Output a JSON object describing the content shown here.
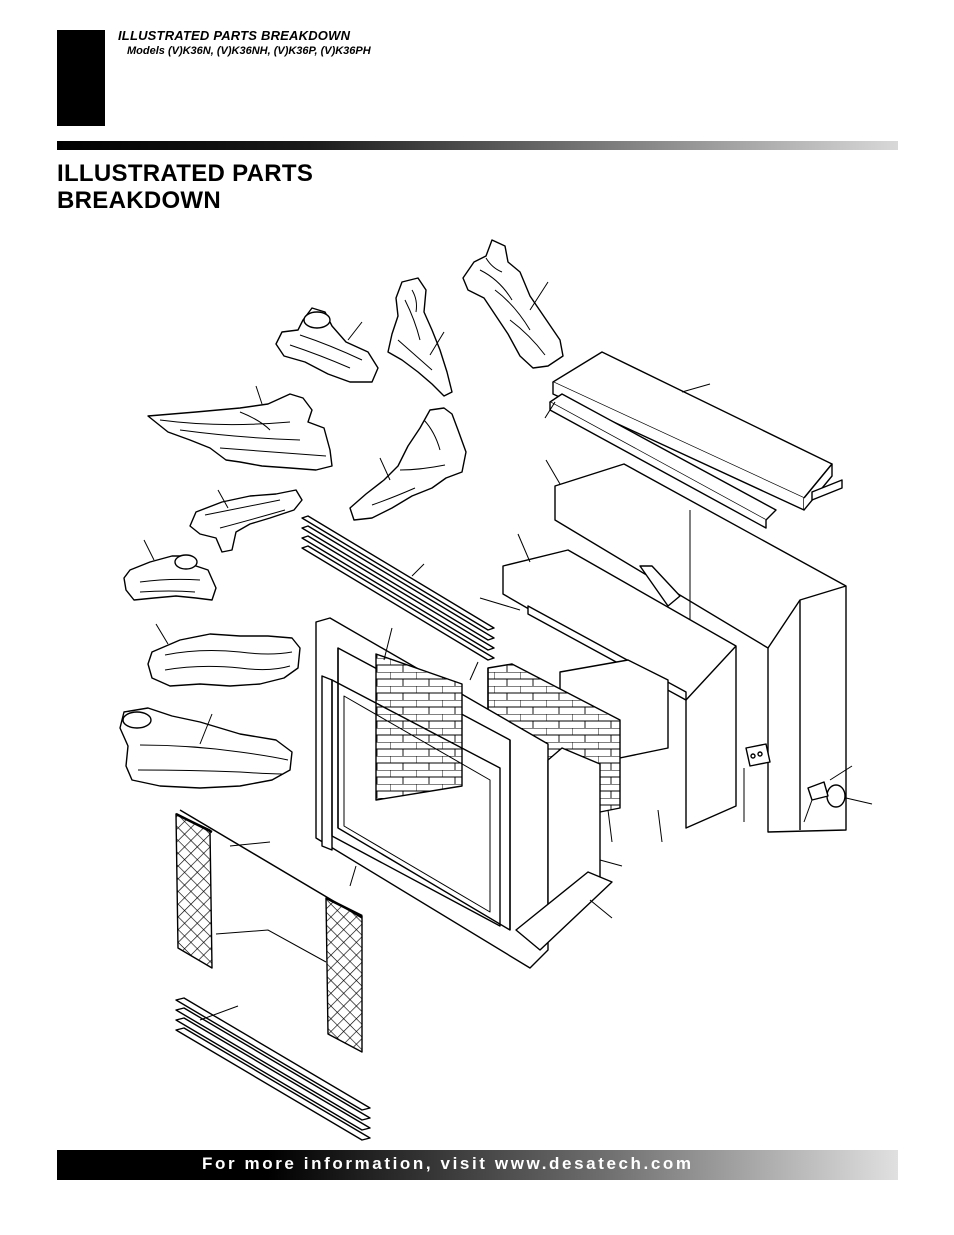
{
  "header": {
    "section_title": "ILLUSTRATED PARTS BREAKDOWN",
    "models": "Models (V)K36N, (V)K36NH, (V)K36P, (V)K36PH"
  },
  "page_title_line1": "ILLUSTRATED PARTS",
  "page_title_line2": "BREAKDOWN",
  "footer": {
    "text": "For more information, visit www.desatech.com"
  },
  "colors": {
    "ink": "#000000",
    "paper": "#ffffff"
  }
}
